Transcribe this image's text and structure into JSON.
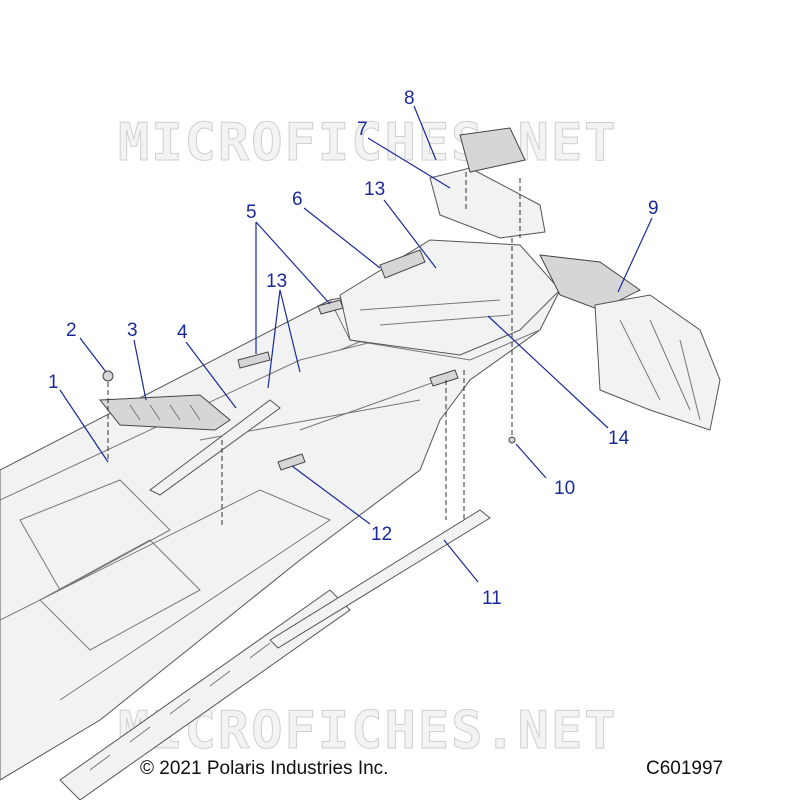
{
  "watermark": "MICROFICHES.NET",
  "callouts": [
    "1",
    "2",
    "3",
    "4",
    "5",
    "6",
    "7",
    "8",
    "9",
    "10",
    "11",
    "12",
    "13",
    "13",
    "14"
  ],
  "footer": {
    "copyright": "© 2021 Polaris Industries Inc.",
    "figure_code": "C601997"
  },
  "colors": {
    "callout": "#1a2a9c",
    "watermark_stroke": "#cfcfcf"
  }
}
